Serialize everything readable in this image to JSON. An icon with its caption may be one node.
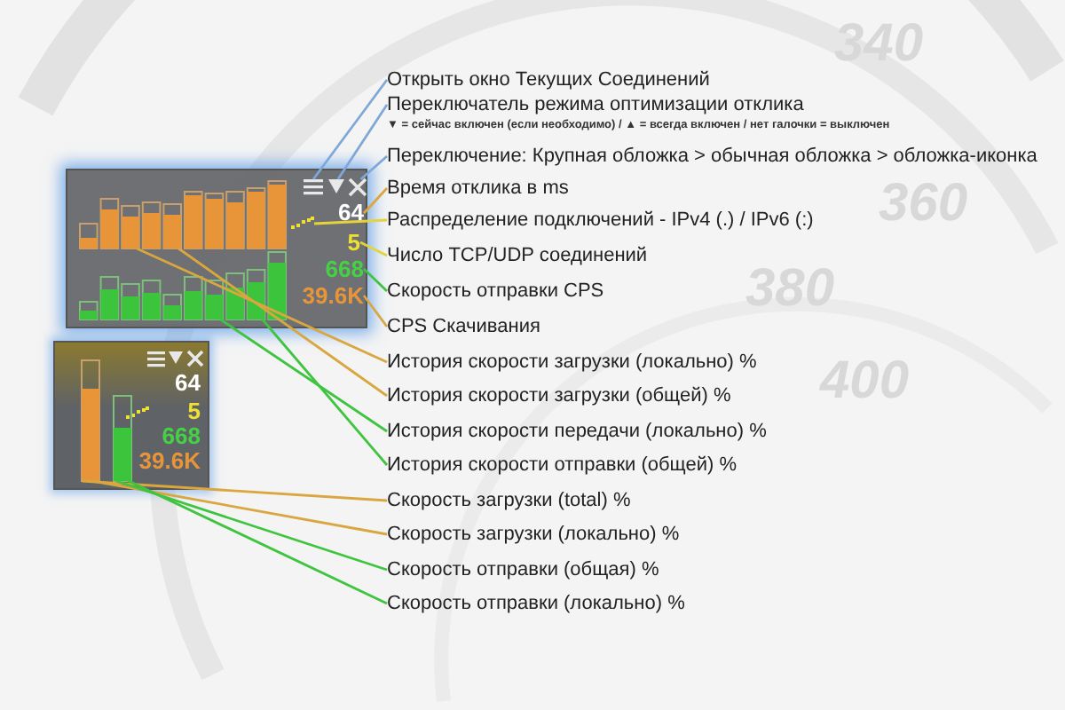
{
  "diagram": {
    "nodes": [
      {
        "text": [],
        "shape": "box"
      },
      {
        "text": [],
        "shape": "picture",
        "in": 0
      },
      {
        "text": [],
        "shape": "picture",
        "in": 0
      },
      {
        "text": [],
        "shape": "picture",
        "in": 0
      },
      {
        "text": [
          "64"
        ],
        "in": 0
      },
      {
        "text": [],
        "shape": "picture",
        "in": 0
      },
      {
        "text": [
          "5"
        ],
        "in": 0
      },
      {
        "text": [
          "668"
        ],
        "in": 0
      },
      {
        "text": [
          "39.6K"
        ],
        "in": 0
      },
      {
        "text": [],
        "shape": "bar",
        "in": 0
      },
      {
        "text": [],
        "shape": "bar",
        "in": 9
      },
      {
        "text": [],
        "shape": "bar",
        "in": 0
      },
      {
        "text": [],
        "shape": "bar",
        "in": 11
      },
      {
        "text": [
          "64",
          "5",
          "668",
          "39.6K"
        ]
      },
      {
        "text": [],
        "shape": "bar",
        "in": 13
      },
      {
        "text": [],
        "shape": "bar",
        "in": 14
      },
      {
        "text": [],
        "shape": "bar",
        "in": 13
      },
      {
        "text": [],
        "shape": "bar",
        "in": 16
      },
      {
        "text": [
          "Открыть окно Текущих Соединений"
        ]
      },
      {
        "text": [
          "Переключатель режима оптимизации отклика",
          "▼ = сейчас включен (если необходимо) / ▲ = всегда включен / нет галочки = выключен"
        ]
      },
      {
        "text": [
          "Переключение: Крупная обложка > обычная обложка > обложка-иконка"
        ]
      },
      {
        "text": [
          "Время отклика в ms"
        ]
      },
      {
        "text": [
          "Распределение подключений - IPv4 (.) / IPv6 (:)"
        ]
      },
      {
        "text": [
          "Число TCP/UDP соединений"
        ]
      },
      {
        "text": [
          "Скорость отправки CPS"
        ]
      },
      {
        "text": [
          "CPS Скачивания"
        ]
      },
      {
        "text": [
          "История скорости загрузки (локально) %"
        ]
      },
      {
        "text": [
          "История скорости загрузки (общей) %"
        ]
      },
      {
        "text": [
          "История скорости передачи (локально) %"
        ]
      },
      {
        "text": [
          "История скорости отправки (общей) %"
        ]
      },
      {
        "text": [
          "Скорость загрузки (total) %"
        ]
      },
      {
        "text": [
          "Скорость загрузки (локально) %"
        ]
      },
      {
        "text": [
          "Скорость отправки (общая) %"
        ]
      },
      {
        "text": [
          "Скорость отправки (локально) %"
        ]
      }
    ],
    "edges": [
      {
        "from": 18,
        "to": 1,
        "arrow": "none",
        "color": "#7fa8d8"
      },
      {
        "from": 19,
        "to": 2,
        "arrow": "none",
        "color": "#7fa8d8"
      },
      {
        "from": 20,
        "to": 3,
        "arrow": "none",
        "color": "#7fa8d8"
      },
      {
        "from": 21,
        "to": 4,
        "arrow": "none"
      },
      {
        "from": 22,
        "to": 5,
        "arrow": "none",
        "color": "#e3d43c"
      },
      {
        "from": 23,
        "to": 6,
        "arrow": "none",
        "color": "#e3d43c"
      },
      {
        "from": 24,
        "to": 7,
        "arrow": "none",
        "color": "#3fc43f"
      },
      {
        "from": 25,
        "to": 8,
        "arrow": "none"
      },
      {
        "from": 26,
        "to": 10,
        "arrow": "none"
      },
      {
        "from": 27,
        "to": 9,
        "arrow": "none"
      },
      {
        "from": 28,
        "to": 12,
        "arrow": "none",
        "color": "#3fc43f"
      },
      {
        "from": 29,
        "to": 11,
        "arrow": "none",
        "color": "#3fc43f"
      },
      {
        "from": 30,
        "to": 14,
        "arrow": "none"
      },
      {
        "from": 31,
        "to": 15,
        "arrow": "none"
      },
      {
        "from": 32,
        "to": 16,
        "arrow": "none",
        "color": "#3fc43f"
      },
      {
        "from": 33,
        "to": 17,
        "arrow": "none",
        "color": "#3fc43f"
      }
    ],
    "labels": [
      "340",
      "360",
      "380",
      "400"
    ]
  }
}
